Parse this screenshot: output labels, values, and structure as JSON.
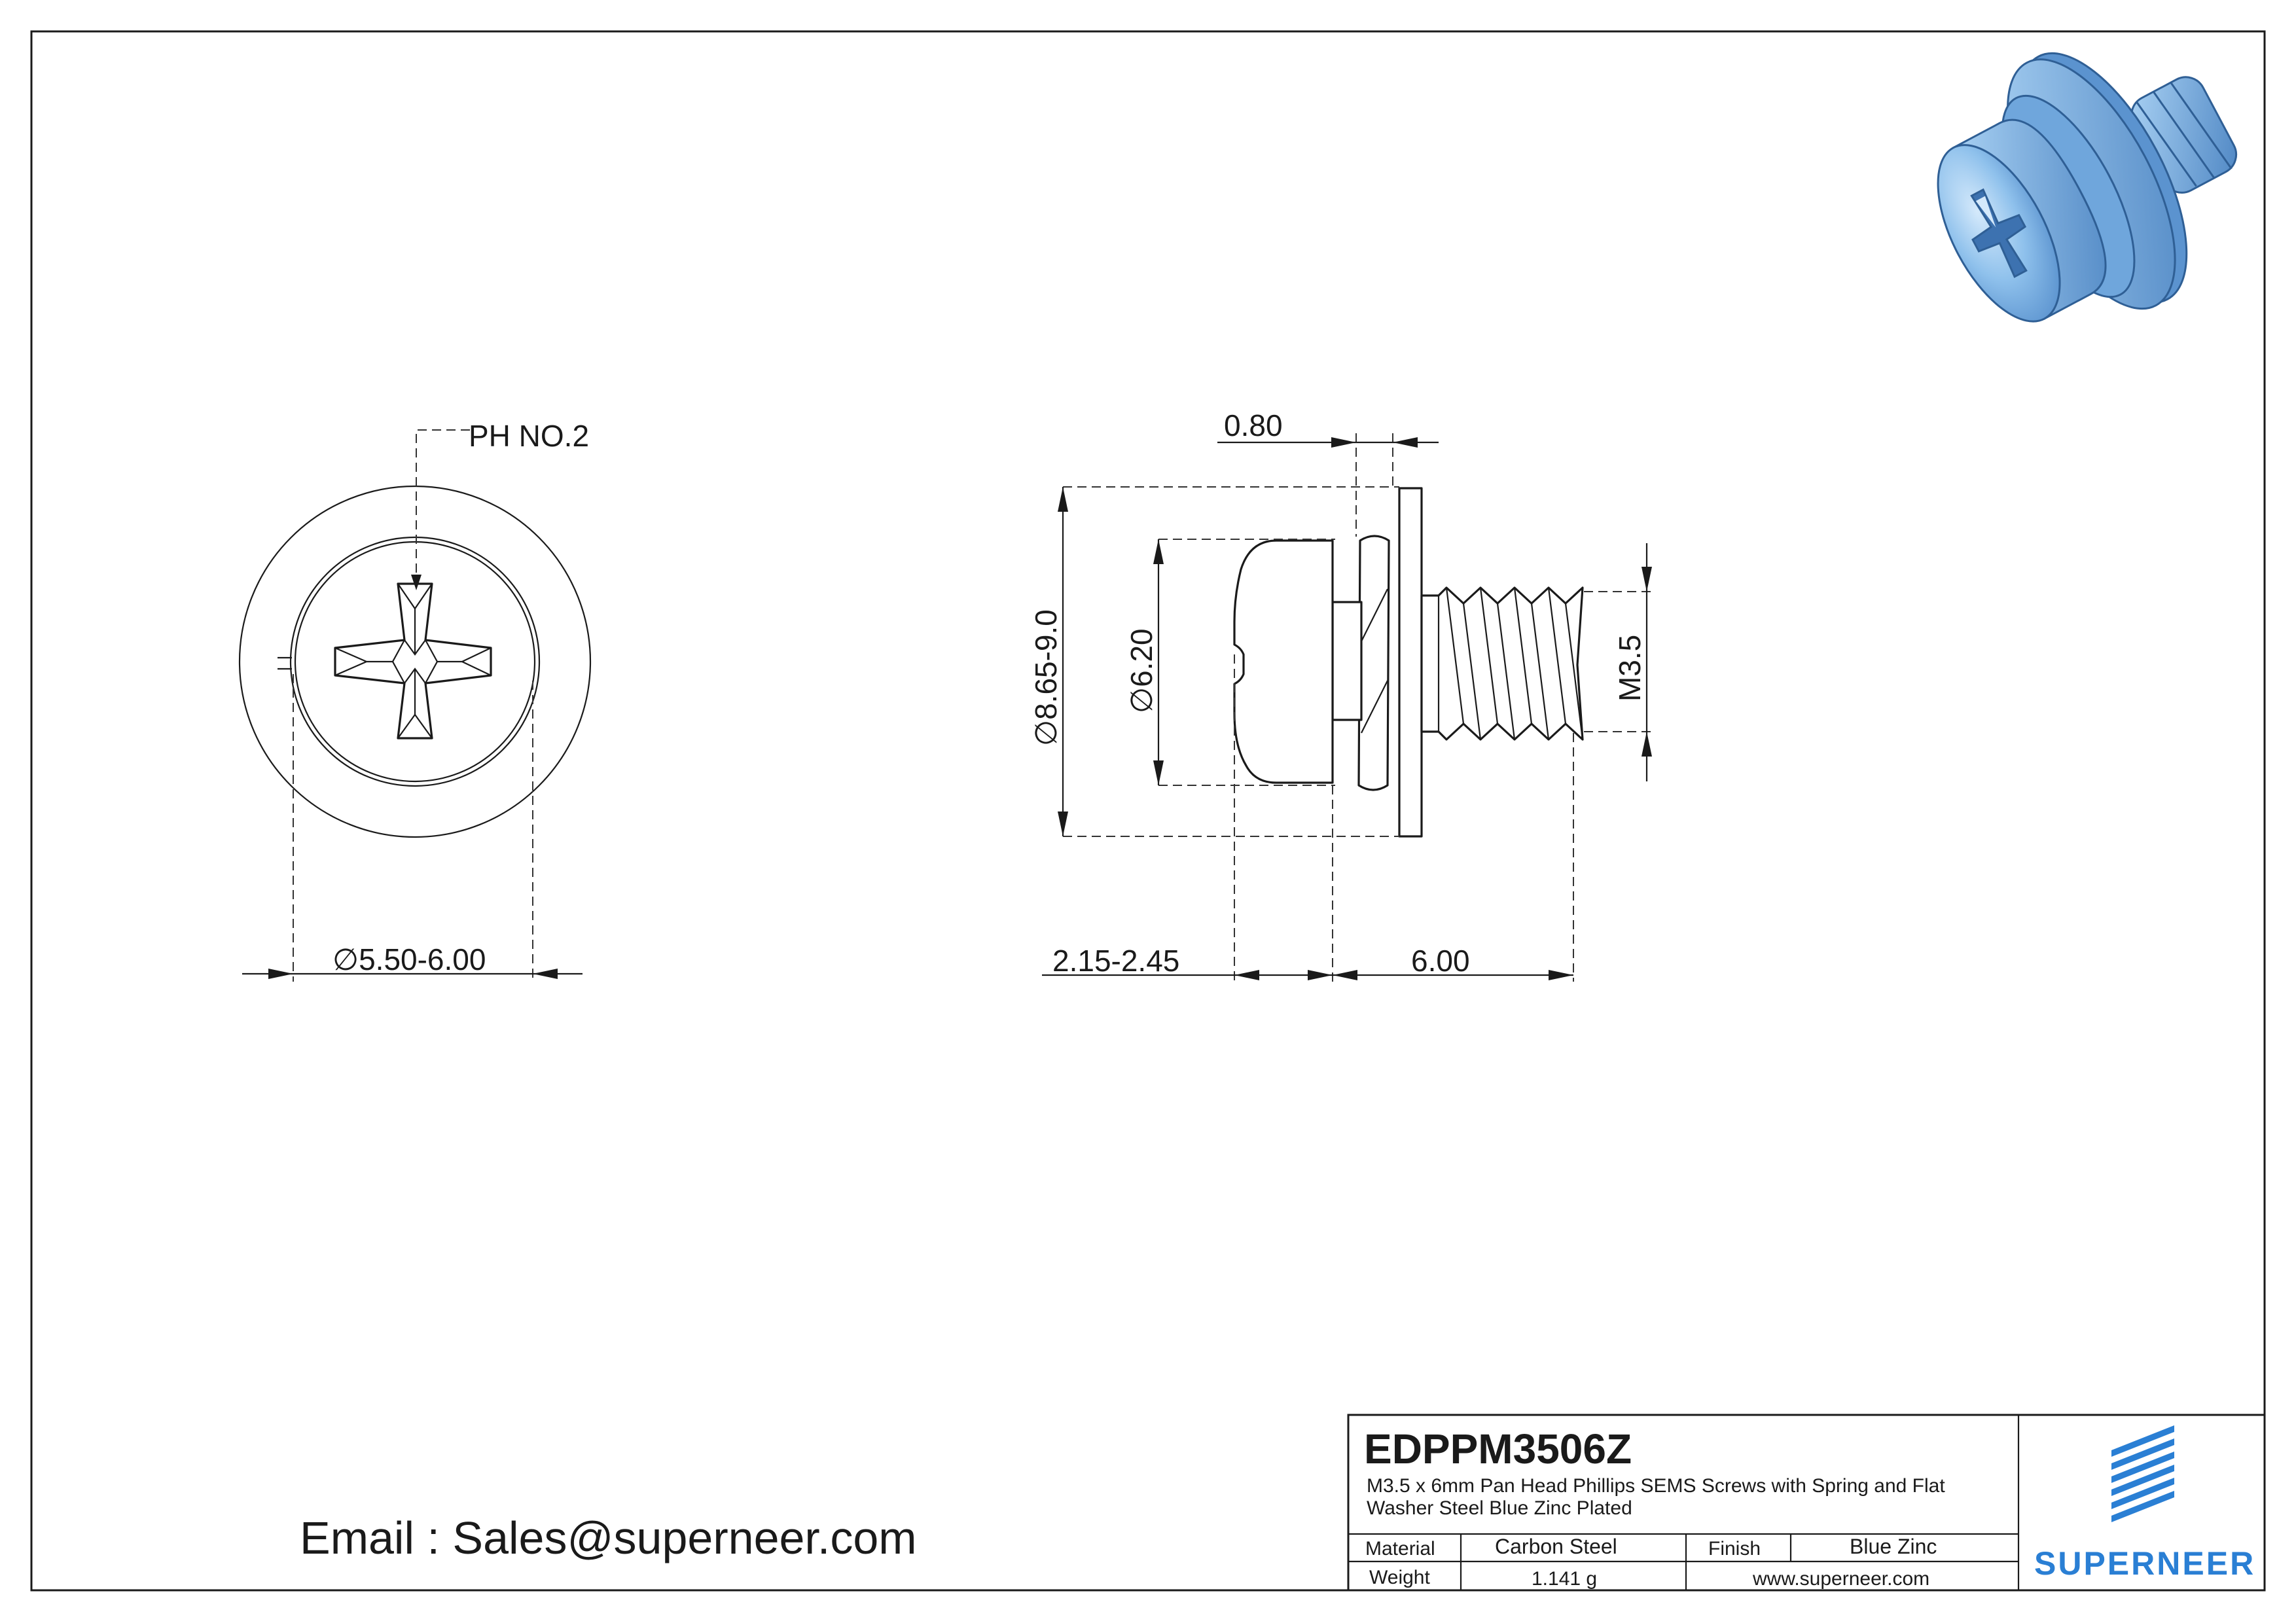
{
  "drawing": {
    "front_view": {
      "drive_label": "PH NO.2",
      "head_diameter_label": "5.50-6.00",
      "diameter_symbol": "∅"
    },
    "side_view": {
      "washer_thickness_label": "0.80",
      "washer_diameter_label": "8.65-9.0",
      "head_diameter_label": "6.20",
      "thread_label": "M3.5",
      "head_height_label": "2.15-2.45",
      "length_label": "6.00",
      "diameter_symbol": "∅"
    },
    "render_3d": {
      "colors": {
        "body": "#8fc1ec",
        "shade": "#5b93cf",
        "highlight": "#d4e9fb",
        "edge": "#2f5f95"
      }
    }
  },
  "contact": {
    "email_line": "Email : Sales@superneer.com"
  },
  "title_block": {
    "part_number": "EDPPM3506Z",
    "description_line1": "M3.5 x 6mm Pan Head Phillips SEMS Screws with Spring and Flat",
    "description_line2": "Washer Steel Blue Zinc Plated",
    "material_label": "Material",
    "material_value": "Carbon Steel",
    "finish_label": "Finish",
    "finish_value": "Blue Zinc",
    "weight_label": "Weight",
    "weight_value": "1.141 g",
    "website": "www.superneer.com",
    "website_color": "#2a62b8",
    "logo_text": "SUPERNEER",
    "logo_color": "#2a7fd4"
  }
}
